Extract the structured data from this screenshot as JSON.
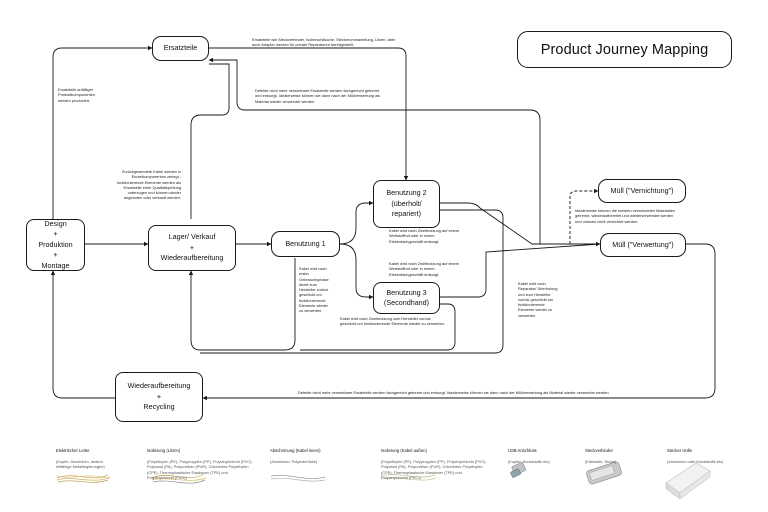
{
  "title": "Product Journey Mapping",
  "nodes": {
    "design": "Design\n+\nProduktion\n+\nMontage",
    "ersatzteile": "Ersatzteile",
    "lager": "Lager/ Verkauf\n+\nWiederaufbereitung",
    "benutzung1": "Benutzung 1",
    "benutzung2": "Benutzung 2\n(überholt/\nrepariert)",
    "benutzung3": "Benutzung 3\n(Secondhand)",
    "muell_vernichtung": "Müll (\"Vernichtung\")",
    "muell_verwertung": "Müll (\"Verwertung\")",
    "wiederaufbereitung": "Wiederaufbereitung\n+\nRecycling"
  },
  "notes": {
    "ersatzteile_top": "Ersatzteile wie Steckverbinder, Isolierschläuche, Steckerummantelung, Litzen, aber\nauch Adapter werden für private Reparaturen bereitgestellt.",
    "ersatzteile_left": "Ersatzteile anfälliger\nProduktkomponenten\nwerden produziert.",
    "defekte_top": "Defekte nicht mehr verwertbare Ersatzteile werden fachgerecht getrennt\nund entsorgt. Idealerweise können sie dann nach der Müllverwertung als\nMaterial wieder verwendet werden.",
    "zurueck": "Zurückgesendete Kabel werden in\nEinzelkomponenten zerlegt -\nfunktionierende Elemente werden als\nErsatzteile einer Qualitätsprüfung\nunterzogen und können wieder\nangeboten oder verkauft werden.",
    "b1_down": "Kabel wird nach\nerster\nGebrauchsphase\ndirekt zum\nHersteller zurück\ngeschickt um\nfunktionierende\nElemente wieder\nzu verwerten.",
    "b2_below": "Kabel wird nach Zweitnutzung auf einem\nWertstoffhof oder in einem\nElektrofachgeschäft entsorgt.",
    "b3_above": "Kabel wird nach Zweitnutzung auf einem\nWertstoffhof oder in einem\nElektrofachgeschäft entsorgt.",
    "b3_below": "Kabel wird nach Zweitnutzung zum Hersteller zurück\ngeschickt um funktionierende Elemente wieder zu verwerten.",
    "reparatur": "Kabel wird nach\nReparatur/ Überholung\nund  zum Hersteller\nzurück geschickt um\nfunktionierende\nElemente wieder zu\nverwerten.",
    "idealerweise": "Idealerweise können die meisten verwendeten Materialien\ngetrennt, wiederaufbereitet und wiederverwendet werden\nund müssen nicht vernichtet werden.",
    "bottom": "Defekte nicht mehr verwertbare Ersatzteile werden fachgerecht getrennt und entsorgt. Idealerweise können sie dann nach der Müllverwertung als Material wieder verwendet werden."
  },
  "legend": [
    {
      "title": "Elektrischer Leiter",
      "sub": "(Kupfer, Aluminium, andere\nleitfähige Metalllegierungen)"
    },
    {
      "title": "Isolierung (Litzen)",
      "sub": "(Polyethylen (PE), Polypropylen (PP), Polyvinylchlorid (PVC),\nPolyamid (PA), Polyurethan (PUR), Chloriertes Polyethylen\n(CPE), Thermoplastische Elastomer (TPE) und\nPolyvinylchlorid (PVC))"
    },
    {
      "title": "Abschirmung (Kabel innen)",
      "sub": "(Aluminium, Polyester/folie)"
    },
    {
      "title": "Isolierung (Kabel außen)",
      "sub": "(Polyethylen (PE), Polypropylen (PP), Polyvinylchlorid (PVC),\nPolyamid (PA), Polyurethan (PUR), Chloriertes Polyethylen\n(CPE), Thermoplastische Elastomer (TPE) und\nPolyvinylchlorid (PVC))"
    },
    {
      "title": "USB Anschluss",
      "sub": "(Kupfer, Kunststoffe etc)"
    },
    {
      "title": "Steckverbinder",
      "sub": "(Edelstahl, Nickel)"
    },
    {
      "title": "Stecker Hülle",
      "sub": "(Aluminium oder Kunststoffe etc)"
    }
  ]
}
